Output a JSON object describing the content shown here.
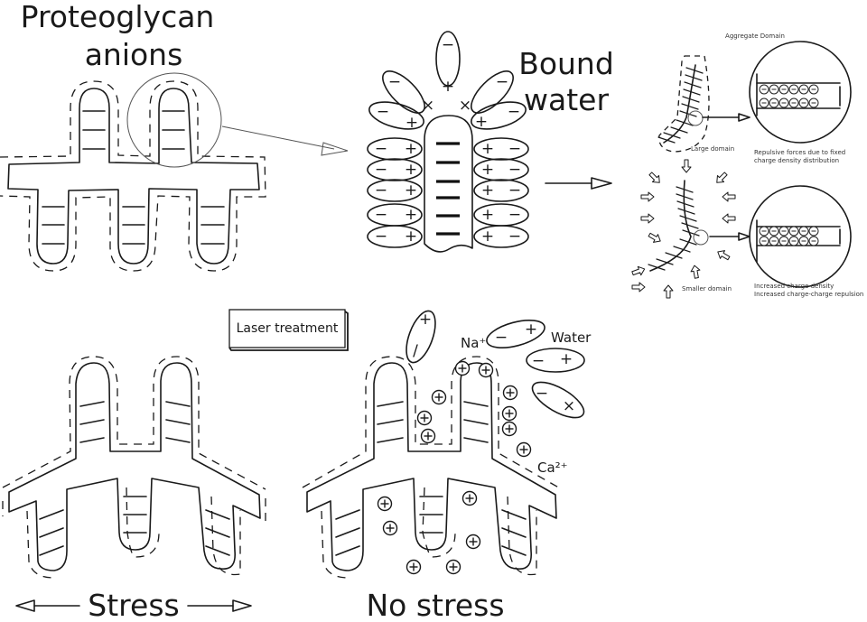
{
  "panels": {
    "proteoglycan": {
      "title_line1": "Proteoglycan",
      "title_line2": "anions"
    },
    "bound_water": {
      "title_line1": "Bound",
      "title_line2": "water",
      "water_charges_left": "−",
      "water_charges_right": "+"
    },
    "aggregate": {
      "title": "Aggregate Domain",
      "large_label": "Large domain",
      "large_caption_line1": "Repulsive forces due to fixed",
      "large_caption_line2": "charge density distribution",
      "small_label": "Smaller domain",
      "small_caption_line1": "Increased charge density",
      "small_caption_line2": "Increased charge-charge repulsion"
    },
    "laser": {
      "button_label": "Laser treatment"
    },
    "ions": {
      "sodium": "Na⁺",
      "water": "Water",
      "calcium": "Ca²⁺"
    },
    "bottom_labels": {
      "stress": "Stress",
      "no_stress": "No stress"
    }
  },
  "icons": {
    "plus": "+",
    "minus": "−",
    "cation": "⊕",
    "arrow": "arrow-right-icon"
  }
}
